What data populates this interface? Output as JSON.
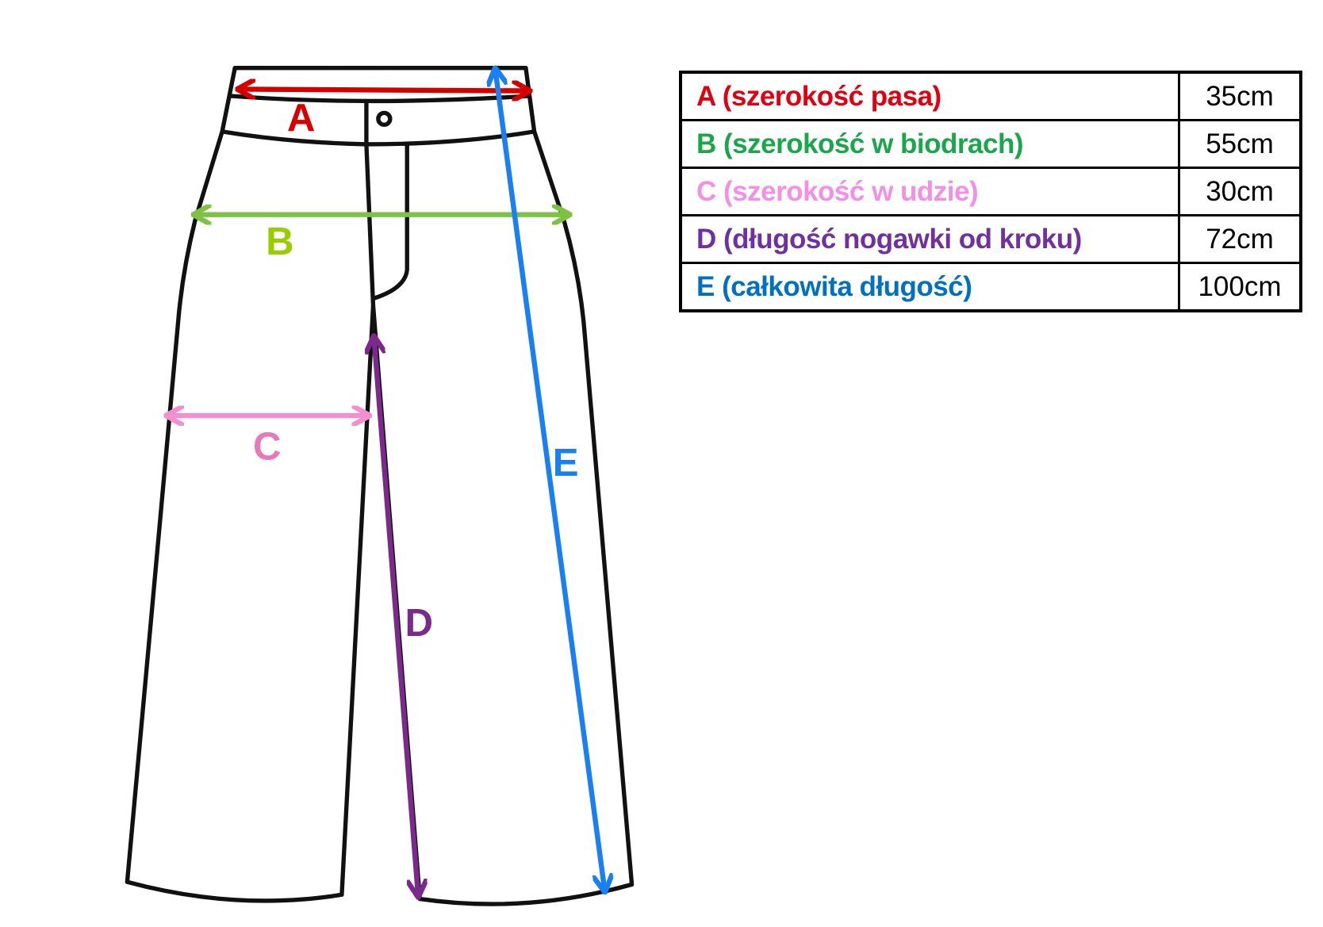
{
  "diagram": {
    "labels": {
      "a": "A",
      "b": "B",
      "c": "C",
      "d": "D",
      "e": "E"
    },
    "colors": {
      "a": "#d40000",
      "b": "#7dc243",
      "b_label": "#9acd00",
      "c": "#f48fcf",
      "c_label": "#e878b8",
      "d": "#7b2a8c",
      "e": "#1a7ff0"
    }
  },
  "table": {
    "rows": [
      {
        "name": "A (szerokość pasa)",
        "value": "35cm",
        "color": "#e0000f"
      },
      {
        "name": "B (szerokość w biodrach)",
        "value": "55cm",
        "color": "#1aa64a"
      },
      {
        "name": "C (szerokość w udzie)",
        "value": "30cm",
        "color": "#f48fe8"
      },
      {
        "name": "D (długość nogawki od kroku)",
        "value": "72cm",
        "color": "#7030a0"
      },
      {
        "name": "E (całkowita długość)",
        "value": "100cm",
        "color": "#0070c0"
      }
    ]
  }
}
